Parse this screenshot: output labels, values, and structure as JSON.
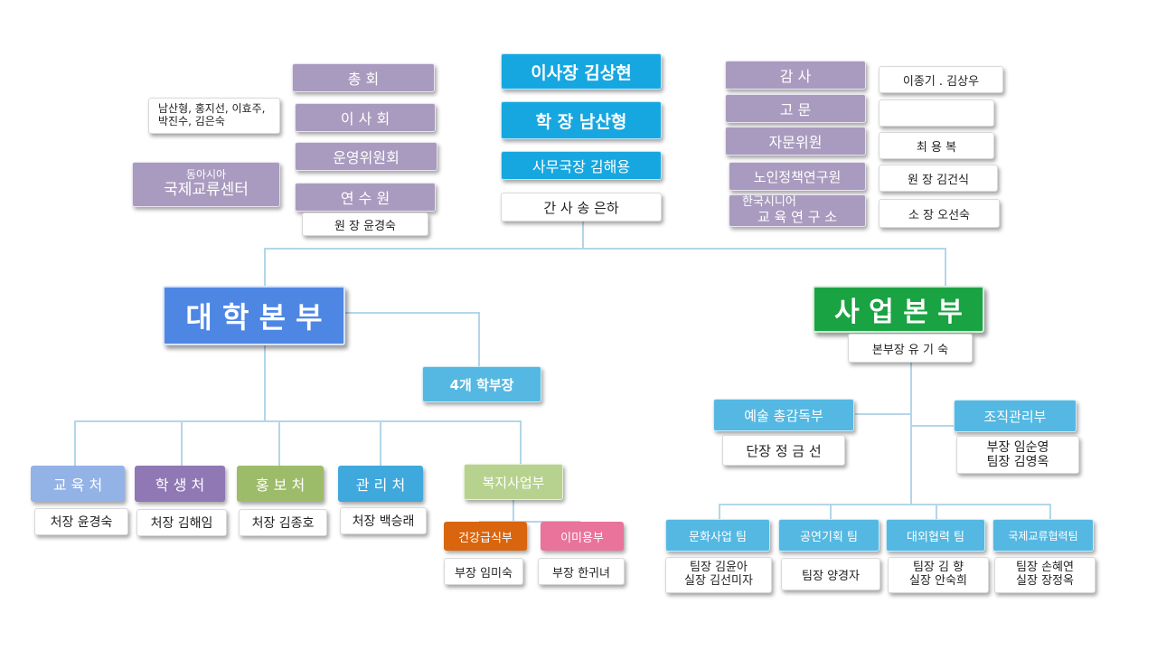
{
  "top": {
    "chairman": "이사장 김상현",
    "president": "학  장  남산형",
    "secretary_general": "사무국장  김해용",
    "secretary": "간 사      송 은하"
  },
  "left_council": {
    "general_assembly": "총          회",
    "board": "이  사  회",
    "board_members_line1": "남산형, 홍지선, 이효주,",
    "board_members_line2": "박진수, 김은숙",
    "steering_committee": "운영위원회",
    "training_institute": "연  수  원",
    "training_director": "원   장   윤경숙",
    "intl_center_line1": "동아시아",
    "intl_center_line2": "국제교류센터"
  },
  "right_council": {
    "auditor": "감          사",
    "auditor_names": "이종기 . 김상우",
    "advisor": "고       문",
    "advisor_names": "",
    "advisory_member": "자문위원",
    "advisory_member_name": "최   용   복",
    "elderly_policy_institute": "노인정책연구원",
    "elderly_policy_director": "원  장   김건식",
    "senior_edu_line1": "한국시니어",
    "senior_edu_line2": "교 육 연 구 소",
    "senior_edu_director": "소   장  오선숙"
  },
  "university": {
    "title": "대 학 본 부",
    "vice_deans": "4개 학부장",
    "departments": [
      {
        "name": "교 육 처",
        "head": "처장 윤경숙",
        "color": "#93b2e6"
      },
      {
        "name": "학 생 처",
        "head": "처장 김해임",
        "color": "#8f78b3"
      },
      {
        "name": "홍 보 처",
        "head": "처장 김종호",
        "color": "#9dbc6a"
      },
      {
        "name": "관 리 처",
        "head": "처장 백승래",
        "color": "#3fa8dd"
      }
    ],
    "welfare": "복지사업부",
    "welfare_units": [
      {
        "name": "건강급식부",
        "head": "부장 임미숙",
        "color": "#d9650f"
      },
      {
        "name": "이미용부",
        "head": "부장 한귀녀",
        "color": "#e9739b"
      }
    ]
  },
  "business": {
    "title": "사 업 본 부",
    "head": "본부장  유 기 숙",
    "arts_dept": "예술 총감독부",
    "arts_head": "단장   정 금 선",
    "org_mgmt": "조직관리부",
    "org_mgmt_line1": "부장  임순영",
    "org_mgmt_line2": "팀장  김영옥",
    "teams": [
      {
        "name": "문화사업 팀",
        "line1": "팀장 김윤아",
        "line2": "실장 김선미자"
      },
      {
        "name": "공연기획 팀",
        "line1": "팀장    양경자",
        "line2": ""
      },
      {
        "name": "대외협력 팀",
        "line1": "팀장    김   향",
        "line2": "실장    안숙희"
      },
      {
        "name": "국제교류협력팀",
        "line1": "팀장    손혜연",
        "line2": "실장    장정옥"
      }
    ]
  },
  "colors": {
    "connector": "#b3d6e8",
    "council": "#a99bbf",
    "top": "#17a7e0",
    "university": "#4e86e4",
    "business": "#1aa342"
  }
}
